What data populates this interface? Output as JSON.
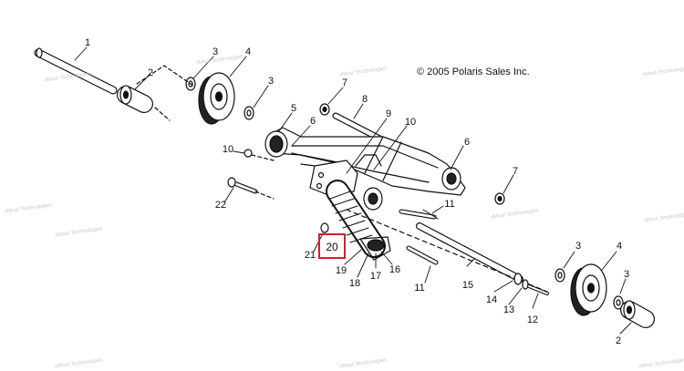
{
  "diagram": {
    "copyright": "© 2005 Polaris Sales Inc.",
    "watermark_label": "vMost Technologies",
    "highlight_color": "#d0222a",
    "highlighted_callout": "20",
    "callouts": [
      {
        "id": "c1",
        "text": "1"
      },
      {
        "id": "c2a",
        "text": "2"
      },
      {
        "id": "c3a",
        "text": "3"
      },
      {
        "id": "c4a",
        "text": "4"
      },
      {
        "id": "c3b",
        "text": "3"
      },
      {
        "id": "c7a",
        "text": "7"
      },
      {
        "id": "c8",
        "text": "8"
      },
      {
        "id": "c5",
        "text": "5"
      },
      {
        "id": "c6a",
        "text": "6"
      },
      {
        "id": "c9",
        "text": "9"
      },
      {
        "id": "c10a",
        "text": "10"
      },
      {
        "id": "c10b",
        "text": "10"
      },
      {
        "id": "c6b",
        "text": "6"
      },
      {
        "id": "c7b",
        "text": "7"
      },
      {
        "id": "c22",
        "text": "22"
      },
      {
        "id": "c11a",
        "text": "11"
      },
      {
        "id": "c21",
        "text": "21"
      },
      {
        "id": "c19",
        "text": "19"
      },
      {
        "id": "c18",
        "text": "18"
      },
      {
        "id": "c17",
        "text": "17"
      },
      {
        "id": "c16",
        "text": "16"
      },
      {
        "id": "c11b",
        "text": "11"
      },
      {
        "id": "c15",
        "text": "15"
      },
      {
        "id": "c14",
        "text": "14"
      },
      {
        "id": "c13",
        "text": "13"
      },
      {
        "id": "c12",
        "text": "12"
      },
      {
        "id": "c3c",
        "text": "3"
      },
      {
        "id": "c4b",
        "text": "4"
      },
      {
        "id": "c3d",
        "text": "3"
      },
      {
        "id": "c2b",
        "text": "2"
      }
    ]
  }
}
